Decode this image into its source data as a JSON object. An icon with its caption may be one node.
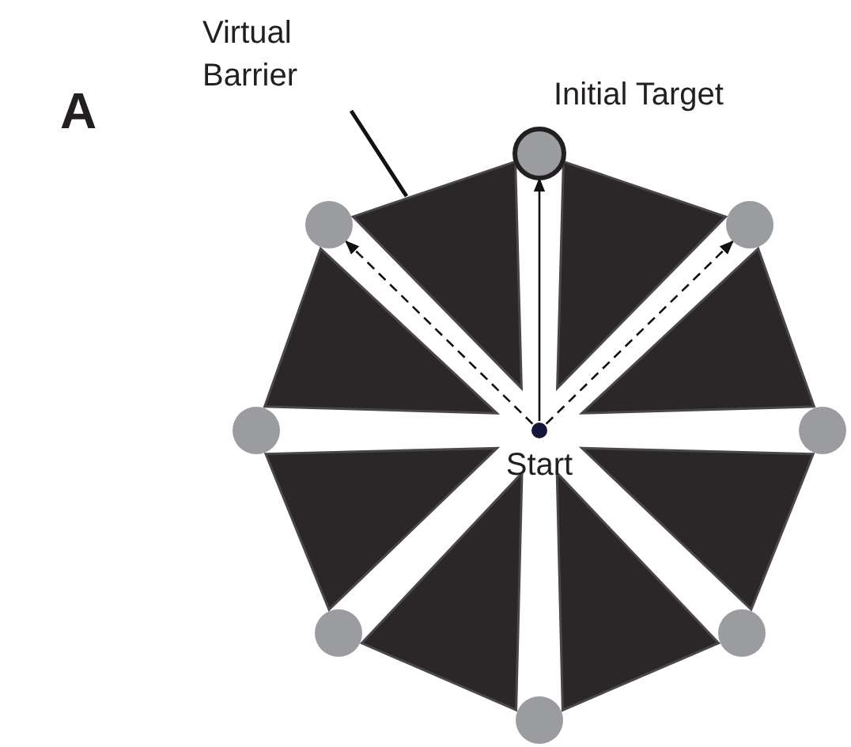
{
  "diagram": {
    "nodes": [
      {
        "text": [
          "Virtual Barrier"
        ]
      },
      {
        "text": [
          "Initial Target"
        ]
      },
      {
        "text": [],
        "shape": "triangle"
      },
      {
        "text": [],
        "shape": "triangle"
      },
      {
        "text": [],
        "shape": "circle"
      },
      {
        "text": [],
        "shape": "circle"
      },
      {
        "text": [],
        "shape": "triangle"
      },
      {
        "text": [],
        "shape": "triangle"
      },
      {
        "text": [],
        "shape": "circle"
      },
      {
        "text": [],
        "shape": "circle"
      },
      {
        "text": [
          "Start"
        ]
      },
      {
        "text": [],
        "shape": "triangle"
      },
      {
        "text": [],
        "shape": "triangle"
      },
      {
        "text": [],
        "shape": "circle"
      },
      {
        "text": [],
        "shape": "circle"
      },
      {
        "text": [],
        "shape": "triangle"
      },
      {
        "text": [],
        "shape": "triangle"
      },
      {
        "text": [],
        "shape": "circle"
      }
    ],
    "edges": [
      {
        "from": 0,
        "to": 2,
        "arrow": "none"
      },
      {
        "from": 10,
        "to": 1,
        "arrow": "to"
      },
      {
        "from": 10,
        "to": 4,
        "arrow": "to",
        "style": "dashed"
      },
      {
        "from": 10,
        "to": 5,
        "arrow": "to",
        "style": "dashed"
      }
    ],
    "labels": [
      "A"
    ]
  }
}
